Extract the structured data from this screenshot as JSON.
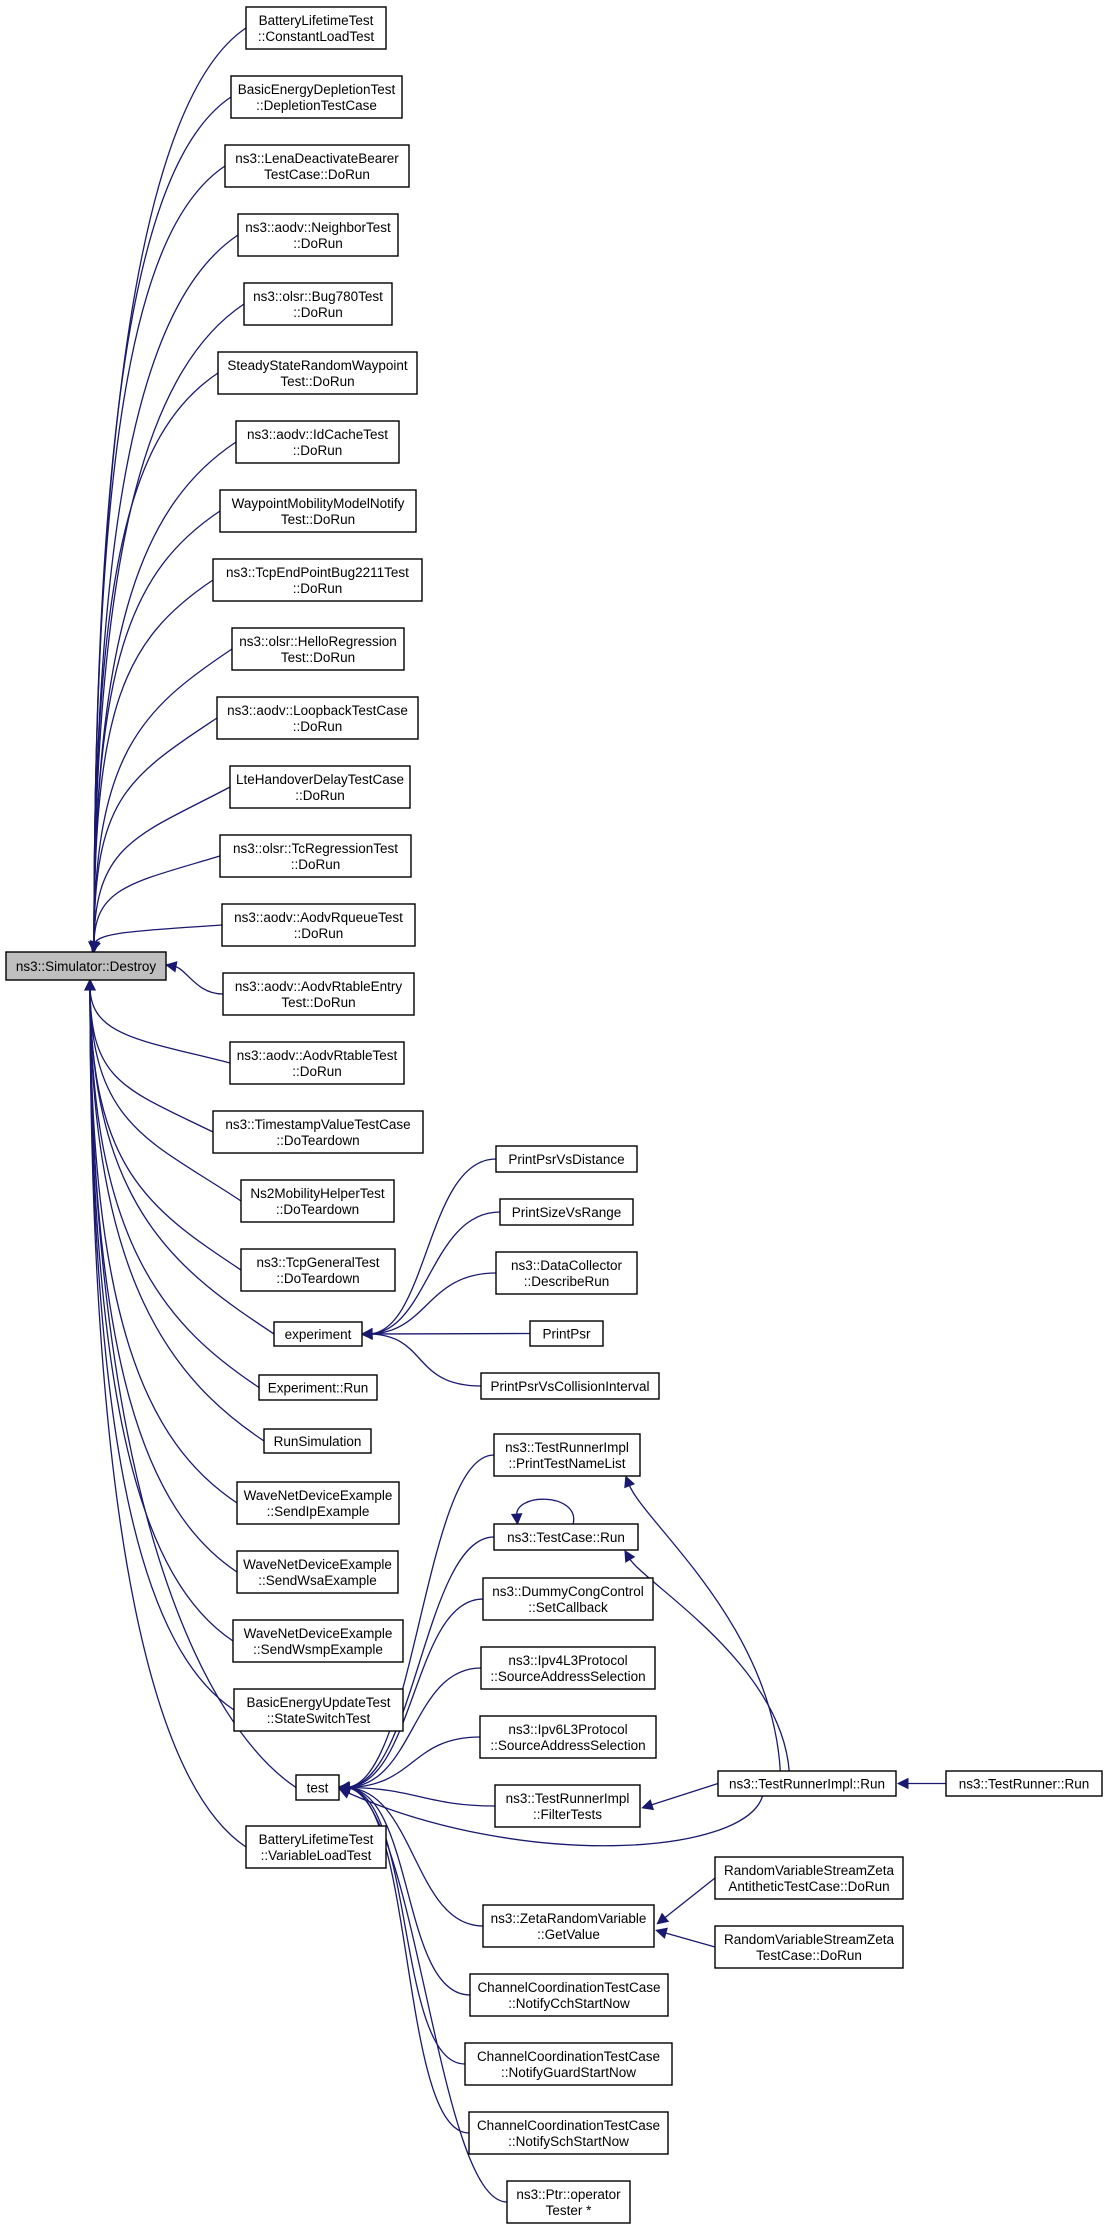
{
  "diagram": {
    "type": "doxygen-caller-graph",
    "edge_color": "#191970",
    "root_fill": "#bfbfbf",
    "nodes": [
      {
        "id": "destroy",
        "lines": [
          "ns3::Simulator::Destroy"
        ],
        "root": true
      },
      {
        "id": "n1",
        "lines": [
          "BatteryLifetimeTest",
          "::ConstantLoadTest"
        ]
      },
      {
        "id": "n2",
        "lines": [
          "BasicEnergyDepletionTest",
          "::DepletionTestCase"
        ]
      },
      {
        "id": "n3",
        "lines": [
          "ns3::LenaDeactivateBearer",
          "TestCase::DoRun"
        ]
      },
      {
        "id": "n4",
        "lines": [
          "ns3::aodv::NeighborTest",
          "::DoRun"
        ]
      },
      {
        "id": "n5",
        "lines": [
          "ns3::olsr::Bug780Test",
          "::DoRun"
        ]
      },
      {
        "id": "n6",
        "lines": [
          "SteadyStateRandomWaypoint",
          "Test::DoRun"
        ]
      },
      {
        "id": "n7",
        "lines": [
          "ns3::aodv::IdCacheTest",
          "::DoRun"
        ]
      },
      {
        "id": "n8",
        "lines": [
          "WaypointMobilityModelNotify",
          "Test::DoRun"
        ]
      },
      {
        "id": "n9",
        "lines": [
          "ns3::TcpEndPointBug2211Test",
          "::DoRun"
        ]
      },
      {
        "id": "n10",
        "lines": [
          "ns3::olsr::HelloRegression",
          "Test::DoRun"
        ]
      },
      {
        "id": "n11",
        "lines": [
          "ns3::aodv::LoopbackTestCase",
          "::DoRun"
        ]
      },
      {
        "id": "n12",
        "lines": [
          "LteHandoverDelayTestCase",
          "::DoRun"
        ]
      },
      {
        "id": "n13",
        "lines": [
          "ns3::olsr::TcRegressionTest",
          "::DoRun"
        ]
      },
      {
        "id": "n14",
        "lines": [
          "ns3::aodv::AodvRqueueTest",
          "::DoRun"
        ]
      },
      {
        "id": "n15",
        "lines": [
          "ns3::aodv::AodvRtableEntry",
          "Test::DoRun"
        ]
      },
      {
        "id": "n16",
        "lines": [
          "ns3::aodv::AodvRtableTest",
          "::DoRun"
        ]
      },
      {
        "id": "n17",
        "lines": [
          "ns3::TimestampValueTestCase",
          "::DoTeardown"
        ]
      },
      {
        "id": "n18",
        "lines": [
          "Ns2MobilityHelperTest",
          "::DoTeardown"
        ]
      },
      {
        "id": "n19",
        "lines": [
          "ns3::TcpGeneralTest",
          "::DoTeardown"
        ]
      },
      {
        "id": "experiment",
        "lines": [
          "experiment"
        ]
      },
      {
        "id": "n21",
        "lines": [
          "Experiment::Run"
        ]
      },
      {
        "id": "n22",
        "lines": [
          "RunSimulation"
        ]
      },
      {
        "id": "n23",
        "lines": [
          "WaveNetDeviceExample",
          "::SendIpExample"
        ]
      },
      {
        "id": "n24",
        "lines": [
          "WaveNetDeviceExample",
          "::SendWsaExample"
        ]
      },
      {
        "id": "n25",
        "lines": [
          "WaveNetDeviceExample",
          "::SendWsmpExample"
        ]
      },
      {
        "id": "n26",
        "lines": [
          "BasicEnergyUpdateTest",
          "::StateSwitchTest"
        ]
      },
      {
        "id": "test",
        "lines": [
          "test"
        ]
      },
      {
        "id": "n28",
        "lines": [
          "BatteryLifetimeTest",
          "::VariableLoadTest"
        ]
      },
      {
        "id": "e1",
        "lines": [
          "PrintPsrVsDistance"
        ]
      },
      {
        "id": "e2",
        "lines": [
          "PrintSizeVsRange"
        ]
      },
      {
        "id": "e3",
        "lines": [
          "ns3::DataCollector",
          "::DescribeRun"
        ]
      },
      {
        "id": "e4",
        "lines": [
          "PrintPsr"
        ]
      },
      {
        "id": "e5",
        "lines": [
          "PrintPsrVsCollisionInterval"
        ]
      },
      {
        "id": "t1",
        "lines": [
          "ns3::TestRunnerImpl",
          "::PrintTestNameList"
        ]
      },
      {
        "id": "t2",
        "lines": [
          "ns3::TestCase::Run"
        ]
      },
      {
        "id": "t3",
        "lines": [
          "ns3::DummyCongControl",
          "::SetCallback"
        ]
      },
      {
        "id": "t4",
        "lines": [
          "ns3::Ipv4L3Protocol",
          "::SourceAddressSelection"
        ]
      },
      {
        "id": "t5",
        "lines": [
          "ns3::Ipv6L3Protocol",
          "::SourceAddressSelection"
        ]
      },
      {
        "id": "t6",
        "lines": [
          "ns3::TestRunnerImpl",
          "::FilterTests"
        ]
      },
      {
        "id": "t7",
        "lines": [
          "ns3::ZetaRandomVariable",
          "::GetValue"
        ]
      },
      {
        "id": "t8",
        "lines": [
          "ChannelCoordinationTestCase",
          "::NotifyCchStartNow"
        ]
      },
      {
        "id": "t9",
        "lines": [
          "ChannelCoordinationTestCase",
          "::NotifyGuardStartNow"
        ]
      },
      {
        "id": "t10",
        "lines": [
          "ChannelCoordinationTestCase",
          "::NotifySchStartNow"
        ]
      },
      {
        "id": "t11",
        "lines": [
          "ns3::Ptr::operator",
          "Tester *"
        ]
      },
      {
        "id": "run",
        "lines": [
          "ns3::TestRunnerImpl::Run"
        ]
      },
      {
        "id": "runner",
        "lines": [
          "ns3::TestRunner::Run"
        ]
      },
      {
        "id": "z1",
        "lines": [
          "RandomVariableStreamZeta",
          "AntitheticTestCase::DoRun"
        ]
      },
      {
        "id": "z2",
        "lines": [
          "RandomVariableStreamZeta",
          "TestCase::DoRun"
        ]
      }
    ]
  }
}
